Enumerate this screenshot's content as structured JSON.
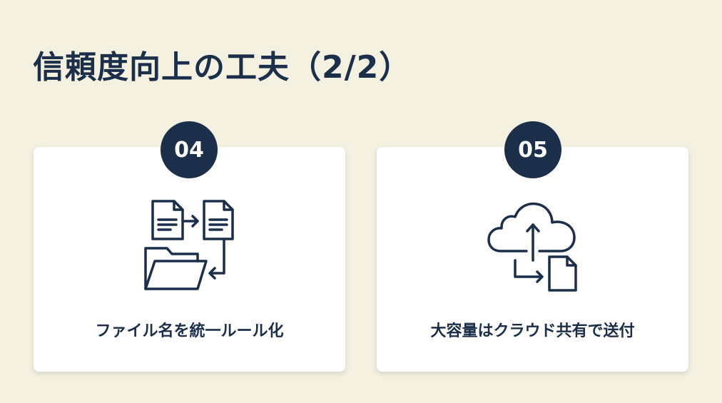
{
  "title": "信頼度向上の工夫（2/2）",
  "colors": {
    "background": "#f5f1e1",
    "accent": "#1c2f4a",
    "card": "#ffffff"
  },
  "cards": [
    {
      "number": "04",
      "icon": "file-rename-folder-icon",
      "label": "ファイル名を統一ルール化"
    },
    {
      "number": "05",
      "icon": "cloud-upload-share-icon",
      "label": "大容量はクラウド共有で送付"
    }
  ]
}
